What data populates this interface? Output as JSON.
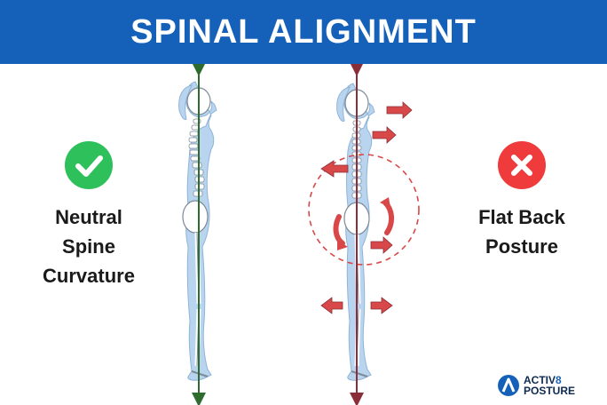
{
  "header": {
    "title": "SPINAL ALIGNMENT"
  },
  "left": {
    "caption_lines": [
      "Neutral",
      "Spine",
      "Curvature"
    ],
    "badge_icon": "check-icon",
    "badge_color": "#2ec05a"
  },
  "right": {
    "caption_lines": [
      "Flat Back",
      "Posture"
    ],
    "badge_icon": "cross-icon",
    "badge_color": "#ef3b3b"
  },
  "logo": {
    "line1": "ACTIV",
    "line1_num": "8",
    "line2": "POSTURE"
  },
  "colors": {
    "header_bg": "#1560b8",
    "body_fill": "#b9d4ee",
    "neutral_line": "#2e6b2e",
    "flatback_line": "#8a2e3a",
    "arrow": "#d94848"
  }
}
